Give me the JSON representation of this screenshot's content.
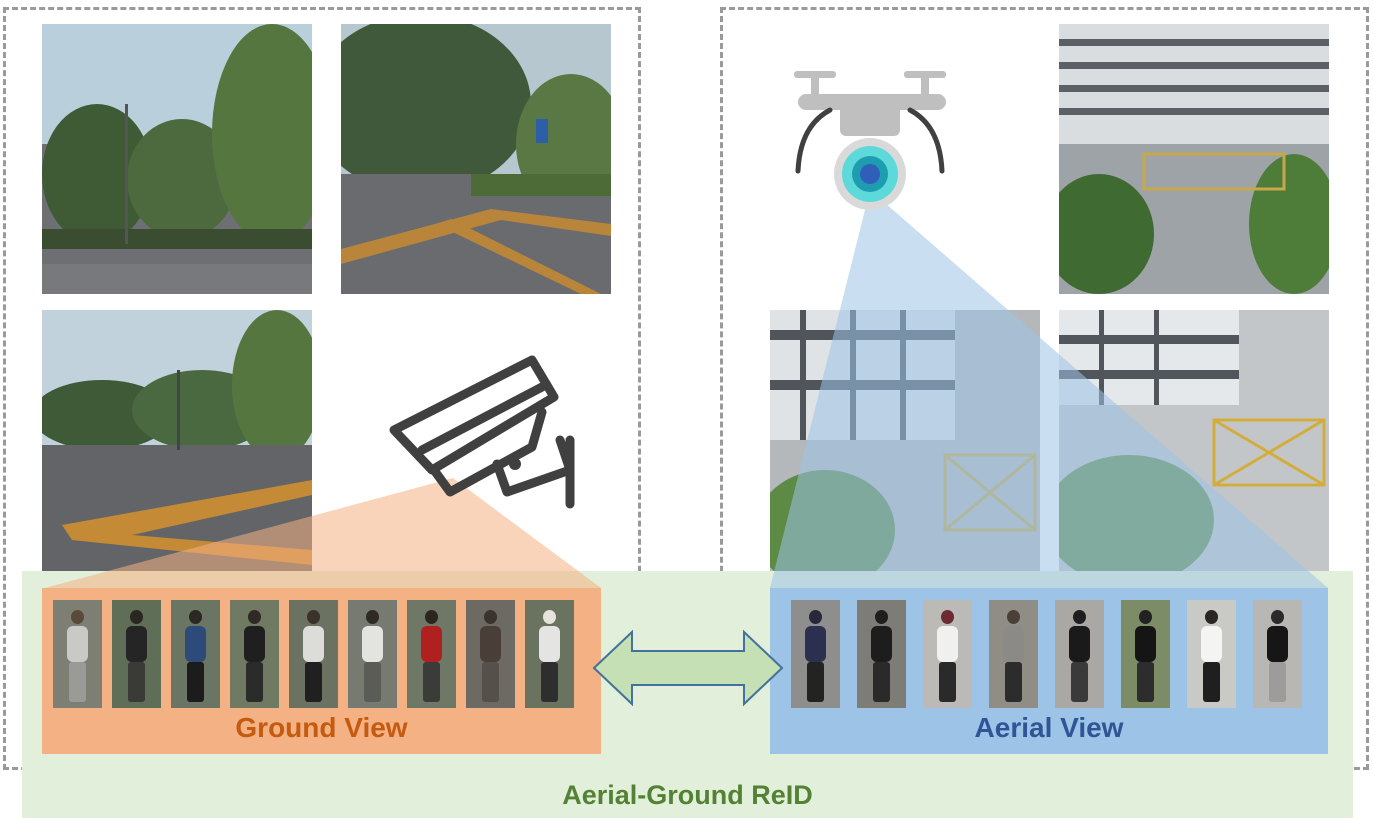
{
  "ground_panel": {
    "caption": "Ground View",
    "person_count": 9
  },
  "aerial_panel": {
    "caption": "Aerial View",
    "person_count": 8
  },
  "title": "Aerial-Ground ReID",
  "icons": {
    "ground_camera": "cctv-camera-icon",
    "aerial_camera": "drone-icon",
    "link": "double-arrow-icon"
  },
  "colors": {
    "ground_accent": "#c55a11",
    "ground_panel": "#f4b183",
    "aerial_accent": "#2f5597",
    "aerial_panel": "#9dc3e6",
    "title": "#548235",
    "band": "#e2efda",
    "arrow_fill": "#c5e0b4",
    "arrow_stroke": "#41719c"
  }
}
